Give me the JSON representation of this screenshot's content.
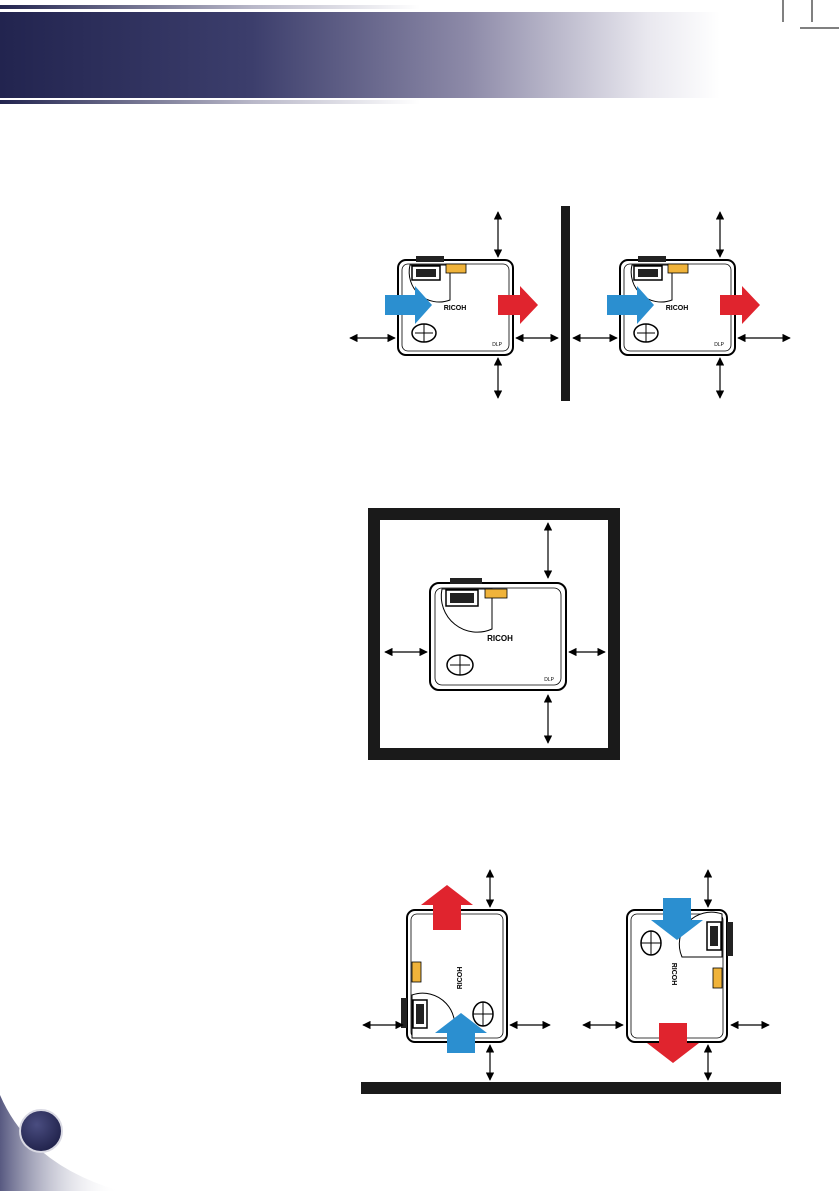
{
  "brand": {
    "logo_text": "RICOH",
    "colors": {
      "header_dark": "#2b2d5a",
      "intake_arrow": "#2b8fd0",
      "exhaust_arrow": "#e0242e",
      "control_panel": "#f0b33a",
      "wall": "#1a1a1a"
    }
  },
  "figures": [
    {
      "name": "side-by-side-projectors-with-wall",
      "projectors": 2
    },
    {
      "name": "projector-enclosed-in-box",
      "projectors": 1
    },
    {
      "name": "vertical-projectors-on-floor",
      "projectors": 2
    }
  ]
}
